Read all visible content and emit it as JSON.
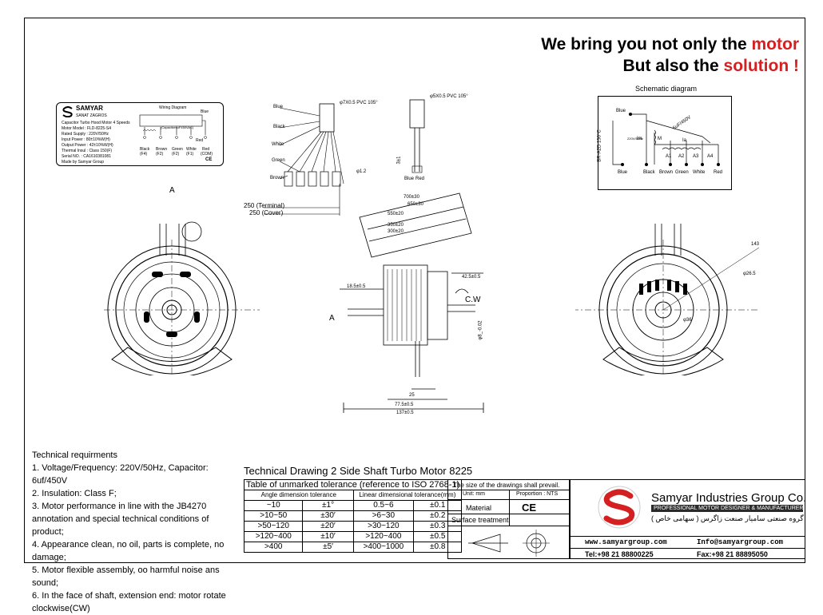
{
  "headline": {
    "line1_pre": "We bring you not only the ",
    "line1_accent": "motor",
    "line2_pre": "But also the ",
    "line2_accent": "solution !"
  },
  "nameplate": {
    "brand": "SAMYAR",
    "brand_sub": "SANAT ZAGROS",
    "rows": [
      "Capacitor Turbo Hood Motor 4 Speeds",
      "Motor Model : FLD-8225-S4",
      "Rated Supply : 220V/50Hz",
      "Input Power : 80±10%W(H)",
      "Output Power : 42±10%W(H)",
      "Thermal Insul : Class 150(F)",
      "Serial NO. : CA1610381081",
      "Made by Samyar Group"
    ],
    "wiring_title": "Wiring Diagram",
    "capacitor_label": "(Capacitor6uF450VAC)",
    "wire_labels": [
      "Black",
      "Brown",
      "Green",
      "White",
      "Red"
    ],
    "wire_codes": [
      "(F4)",
      "(F2)",
      "(F2)",
      "(F1)",
      "(COM)"
    ],
    "blue": "Blue",
    "red": "Red"
  },
  "wires_left": {
    "labels": [
      "Blue",
      "Black",
      "White",
      "Green",
      "Brown"
    ],
    "cable": "φ7X0.5 PVC 105°",
    "len_terminal": "250 (Terminal)",
    "len_cover": "250 (Cover)",
    "dim_small": "φ1.2"
  },
  "wires_right": {
    "cable": "φ5X0.5 PVC 105°",
    "labels": [
      "Blue",
      "Red"
    ],
    "dim": "3±1"
  },
  "schematic": {
    "title": "Schematic diagram",
    "bottom_labels": [
      "Blue",
      "Black",
      "Brown",
      "Green",
      "White",
      "Red"
    ],
    "cap": "6uF/450V",
    "thermal": "BR-A2D 150°C",
    "blue_top": "Blue",
    "supply": "220V/50Hz",
    "coil_labels": [
      "Im",
      "M",
      "Ia",
      "A1",
      "A2",
      "A3",
      "A4"
    ]
  },
  "side_view": {
    "dims": [
      "700±30",
      "650±30",
      "550±20",
      "350±20",
      "300±20",
      "18.5±0.5",
      "42.5±0.5",
      "25",
      "77.5±0.5",
      "137±0.5"
    ],
    "cw": "C.W",
    "section": "A",
    "shaft": "φ8_-0.02"
  },
  "front_view": {
    "section": "A"
  },
  "rear_view": {
    "dims": [
      "143",
      "φ26.5",
      "φ36"
    ]
  },
  "tech": {
    "heading": "Technical requirments",
    "items": [
      "1. Voltage/Frequency: 220V/50Hz, Capacitor: 6uf/450V",
      "2. Insulation: Class F;",
      "3. Motor performance in line with the JB4270 annotation and special technical conditions of product;",
      "4. Appearance clean, no oil, parts is complete, no damage;",
      "5. Motor flexible assembly, oo harmful noise ans sound;",
      "6. In the face of shaft, extension end: motor rotate clockwise(CW)"
    ]
  },
  "drawing_title": "Technical Drawing 2 Side Shaft Turbo Motor 8225",
  "tolerance": {
    "caption": "Table of unmarked tolerance (reference to ISO 2768-1)",
    "angle_header": "Angle dimension tolerance",
    "linear_header": "Linear dimensional tolerance(mm)",
    "rows": [
      [
        "~10",
        "±1°",
        "0.5~6",
        "±0.1"
      ],
      [
        ">10~50",
        "±30′",
        ">6~30",
        "±0.2"
      ],
      [
        ">50~120",
        "±20′",
        ">30~120",
        "±0.3"
      ],
      [
        ">120~400",
        "±10′",
        ">120~400",
        "±0.5"
      ],
      [
        ">400",
        "±5′",
        ">400~1000",
        "±0.8"
      ]
    ]
  },
  "info": {
    "prevail": "The size of the drawings shall prevail.",
    "unit": "Unit: mm",
    "proportion": "Proportion : NTS",
    "material": "Material",
    "surface": "Surface treatment"
  },
  "company": {
    "name": "Samyar Industries Group Co.",
    "tagline": "PROFESSIONAL MOTOR DESIGNER & MANUFACTURER",
    "persian": "گروه صنعتی سامیار صنعت زاگرس ( سهامی خاص )",
    "web": "www.samyargroup.com",
    "email": "Info@samyargroup.com",
    "tel": "Tel:+98 21 88800225",
    "fax": "Fax:+98 21 88895050"
  },
  "colors": {
    "accent": "#d42020",
    "ink": "#000000"
  }
}
